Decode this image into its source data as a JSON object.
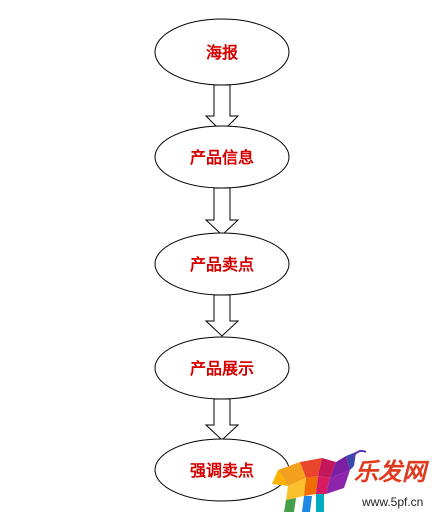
{
  "nodes": [
    {
      "label": "海报"
    },
    {
      "label": "产品信息"
    },
    {
      "label": "产品卖点"
    },
    {
      "label": "产品展示"
    },
    {
      "label": "强调卖点"
    }
  ],
  "watermark": {
    "brand": "乐发网",
    "url": "www.5pf.cn",
    "logo_icon": "colorful-bull-logo"
  },
  "colors": {
    "node_text": "#d60000",
    "outline": "#000000",
    "brand": "#e03a1f"
  }
}
